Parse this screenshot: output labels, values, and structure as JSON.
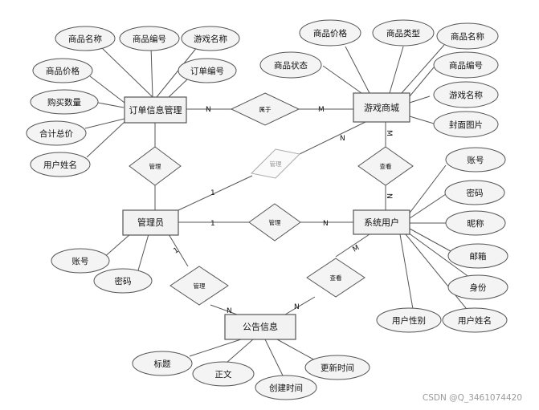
{
  "entities": {
    "order_info": "订单信息管理",
    "game_mall": "游戏商城",
    "admin": "管理员",
    "sys_user": "系统用户",
    "notice": "公告信息"
  },
  "relationships": {
    "belongs": "属于",
    "manage_order": "管理",
    "manage_mall": "管理",
    "view_mall": "查看",
    "manage_user": "管理",
    "manage_notice": "管理",
    "view_notice": "查看"
  },
  "attributes": {
    "order": [
      "商品名称",
      "商品编号",
      "游戏名称",
      "商品价格",
      "订单编号",
      "购买数量",
      "合计总价",
      "用户姓名"
    ],
    "mall": [
      "商品价格",
      "商品类型",
      "商品名称",
      "商品状态",
      "商品编号",
      "游戏名称",
      "封面图片"
    ],
    "user": [
      "账号",
      "密码",
      "昵称",
      "邮箱",
      "身份",
      "用户性别",
      "用户姓名"
    ],
    "admin": [
      "账号",
      "密码"
    ],
    "notice": [
      "标题",
      "正文",
      "创建时间",
      "更新时间"
    ]
  },
  "cardinalities": {
    "order_belongs": "N",
    "belongs_mall": "M",
    "admin_manage_mall": "1",
    "manage_mall_end": "N",
    "mall_view": "M",
    "view_user": "N",
    "admin_manage_user": "1",
    "manage_user_end": "N",
    "admin_manage_notice": "1",
    "manage_notice_end": "N",
    "user_view_notice": "M",
    "view_notice_end": "N"
  },
  "watermark": "CSDN @Q_3461074420"
}
